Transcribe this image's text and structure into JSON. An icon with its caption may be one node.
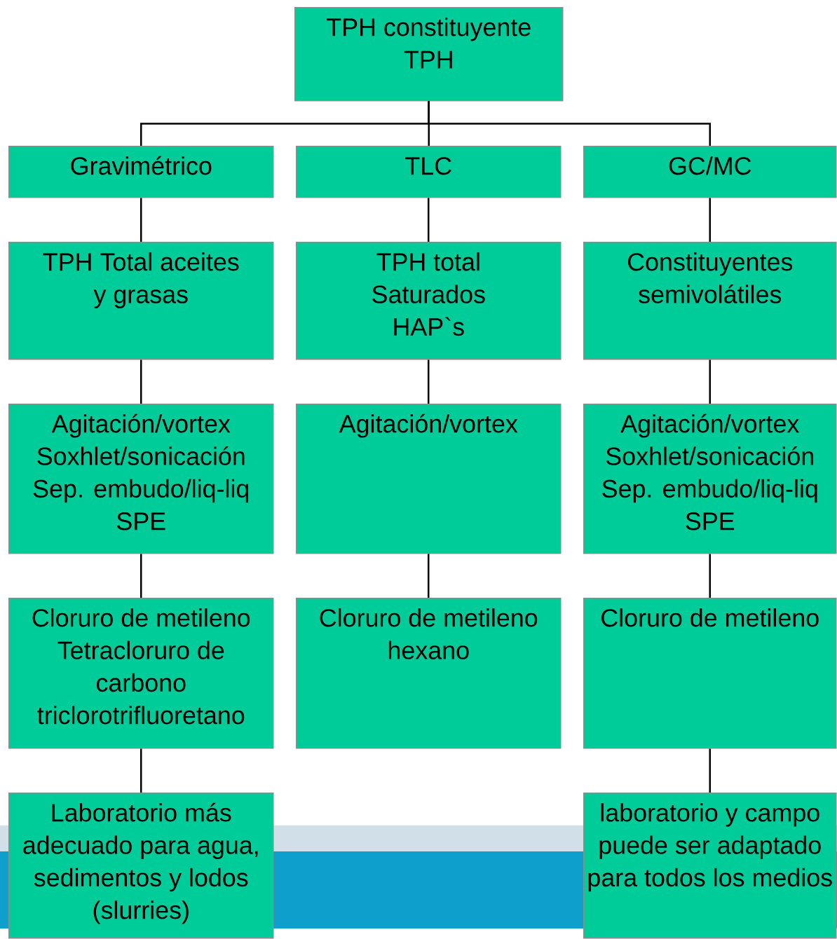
{
  "diagram": {
    "nodes": [
      {
        "text": [
          "TPH constituyente TPH"
        ]
      },
      {
        "text": [
          "Gravimétrico"
        ]
      },
      {
        "text": [
          "TLC"
        ]
      },
      {
        "text": [
          "GC/MC"
        ]
      },
      {
        "text": [
          "TPH Total aceites y grasas"
        ]
      },
      {
        "text": [
          "TPH total Saturados HAP`s"
        ]
      },
      {
        "text": [
          "Constituyentes semivolátiles"
        ]
      },
      {
        "text": [
          "Agitación/vortex Soxhlet/sonicación Sep. embudo/liq-liq SPE"
        ]
      },
      {
        "text": [
          "Agitación/vortex"
        ]
      },
      {
        "text": [
          "Agitación/vortex Soxhlet/sonicación Sep. embudo/liq-liq SPE"
        ]
      },
      {
        "text": [
          "Cloruro de metileno Tetracloruro de carbono triclorotrifluoretano"
        ]
      },
      {
        "text": [
          "Cloruro de metileno hexano"
        ]
      },
      {
        "text": [
          "Cloruro de metileno"
        ]
      },
      {
        "text": [
          "Laboratorio más adecuado para agua, sedimentos y lodos (slurries)"
        ]
      },
      {
        "text": [
          "laboratorio y campo puede ser adaptado para todos los medios"
        ]
      }
    ],
    "edges": [
      {
        "from": 0,
        "to": 1,
        "arrow": "none"
      },
      {
        "from": 0,
        "to": 2,
        "arrow": "none"
      },
      {
        "from": 0,
        "to": 3,
        "arrow": "none"
      },
      {
        "from": 1,
        "to": 4,
        "arrow": "none"
      },
      {
        "from": 2,
        "to": 5,
        "arrow": "none"
      },
      {
        "from": 3,
        "to": 6,
        "arrow": "none"
      },
      {
        "from": 4,
        "to": 7,
        "arrow": "none"
      },
      {
        "from": 5,
        "to": 8,
        "arrow": "none"
      },
      {
        "from": 6,
        "to": 9,
        "arrow": "none"
      },
      {
        "from": 7,
        "to": 10,
        "arrow": "none"
      },
      {
        "from": 8,
        "to": 11,
        "arrow": "none"
      },
      {
        "from": 9,
        "to": 12,
        "arrow": "none"
      },
      {
        "from": 10,
        "to": 13,
        "arrow": "none"
      },
      {
        "from": 12,
        "to": 14,
        "arrow": "none"
      }
    ]
  }
}
